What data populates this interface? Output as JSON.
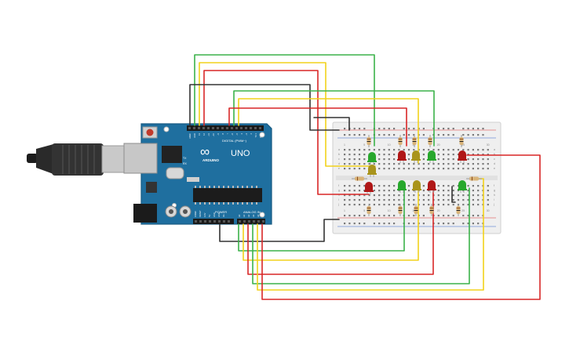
{
  "board": {
    "brand": "ARDUINO",
    "model": "UNO",
    "digital_label": "DIGITAL (PWM~)",
    "analog_label": "ANALOG IN",
    "power_label": "POWER",
    "infinity_symbol": "∞",
    "led_labels": [
      "TX",
      "RX"
    ],
    "digital_pins": [
      "AREF",
      "GND",
      "13",
      "12",
      "~11",
      "~10",
      "~9",
      "8",
      "7",
      "~6",
      "~5",
      "4",
      "~3",
      "2",
      "TX 1",
      "RX 0"
    ],
    "power_pins": [
      "IOREF",
      "RESET",
      "3.3V",
      "5V",
      "GND",
      "GND",
      "Vin"
    ],
    "analog_pins": [
      "A0",
      "A1",
      "A2",
      "A3",
      "A4",
      "A5"
    ],
    "board_color": "#1f6f9f"
  },
  "breadboard": {
    "column_numbers": [
      "1",
      "5",
      "10",
      "15",
      "20",
      "25",
      "30"
    ],
    "row_letters_top": [
      "a",
      "b",
      "c",
      "d",
      "e"
    ],
    "row_letters_bottom": [
      "f",
      "g",
      "h",
      "i",
      "j"
    ]
  },
  "colors": {
    "wire_green": "#3bb24a",
    "wire_yellow": "#f2d21b",
    "wire_red": "#d92727",
    "wire_black": "#333333",
    "led_red": "#b01717",
    "led_green": "#28a82d",
    "led_yellow": "#a9941c"
  },
  "leds": [
    {
      "id": "top-green-1",
      "color": "green"
    },
    {
      "id": "top-red-1",
      "color": "red"
    },
    {
      "id": "top-green-2",
      "color": "green"
    },
    {
      "id": "top-red-2",
      "color": "red"
    },
    {
      "id": "mid-yellow-1",
      "color": "yellow"
    },
    {
      "id": "mid-red-1",
      "color": "red"
    },
    {
      "id": "mid-green-1",
      "color": "green"
    },
    {
      "id": "mid-yellow-2",
      "color": "yellow"
    },
    {
      "id": "mid-red-2",
      "color": "red"
    },
    {
      "id": "mid-green-2",
      "color": "green"
    }
  ]
}
